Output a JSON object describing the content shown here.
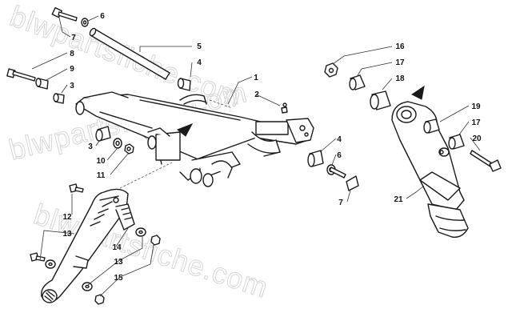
{
  "watermark": "blwpartsfiche.com",
  "callouts": [
    {
      "label": "1"
    },
    {
      "label": "2"
    },
    {
      "label": "3"
    },
    {
      "label": "3"
    },
    {
      "label": "4"
    },
    {
      "label": "4"
    },
    {
      "label": "5"
    },
    {
      "label": "6"
    },
    {
      "label": "6"
    },
    {
      "label": "7"
    },
    {
      "label": "7"
    },
    {
      "label": "8"
    },
    {
      "label": "9"
    },
    {
      "label": "10"
    },
    {
      "label": "11"
    },
    {
      "label": "12"
    },
    {
      "label": "13"
    },
    {
      "label": "13"
    },
    {
      "label": "14"
    },
    {
      "label": "15"
    },
    {
      "label": "16"
    },
    {
      "label": "17"
    },
    {
      "label": "17"
    },
    {
      "label": "18"
    },
    {
      "label": "19"
    },
    {
      "label": "20"
    },
    {
      "label": "21"
    }
  ]
}
